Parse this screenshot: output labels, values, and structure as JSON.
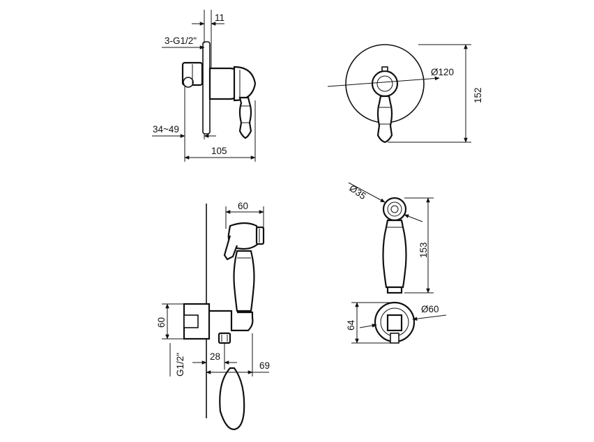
{
  "dimensions": {
    "d_11": "11",
    "d_thread_3": "3-G1/2\"",
    "d_34_49": "34~49",
    "d_105": "105",
    "d_dia120": "Ø120",
    "d_152": "152",
    "d_60_top": "60",
    "d_60_left": "60",
    "d_g12": "G1/2\"",
    "d_28": "28",
    "d_69": "69",
    "d_dia35": "Ø35",
    "d_153": "153",
    "d_64": "64",
    "d_dia60": "Ø60"
  }
}
